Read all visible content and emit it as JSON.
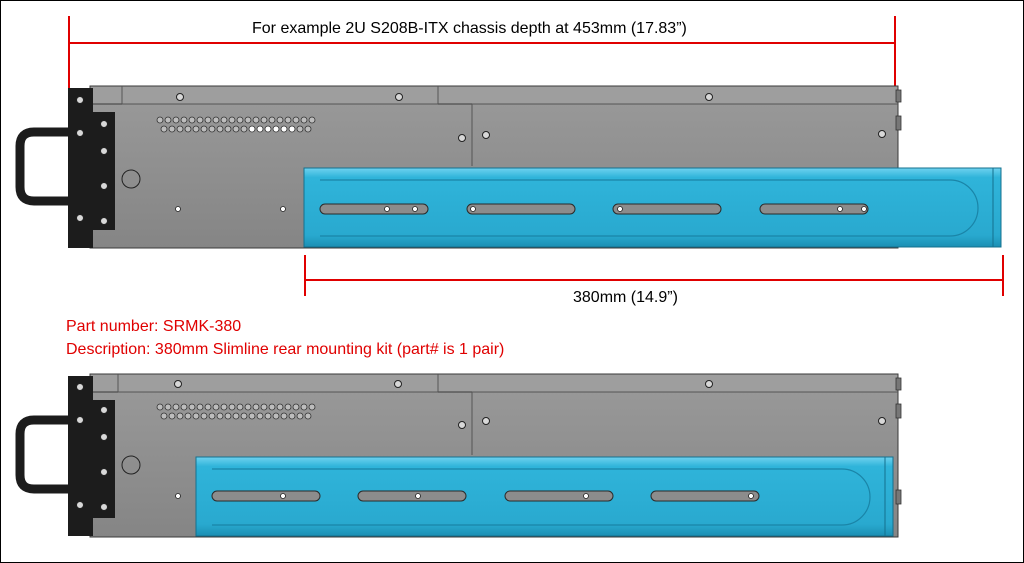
{
  "dimension_depth": "For example 2U S208B-ITX chassis depth at 453mm (17.83”)",
  "dimension_rail": "380mm (14.9”)",
  "part_number": "Part number: SRMK-380",
  "description": "Description: 380mm Slimline rear mounting kit (part# is 1 pair)",
  "colors": {
    "chassis_body": "#8a8a8a",
    "chassis_top_band": "#9b9b9b",
    "rail": "#2fb4da",
    "rail_dark": "#1b8fb3",
    "ear": "#1c1c1c",
    "dimension_line": "#e00000",
    "label_text": "#e00000"
  },
  "icons": [
    "handle-icon",
    "vent-holes-icon",
    "screw-icon"
  ]
}
